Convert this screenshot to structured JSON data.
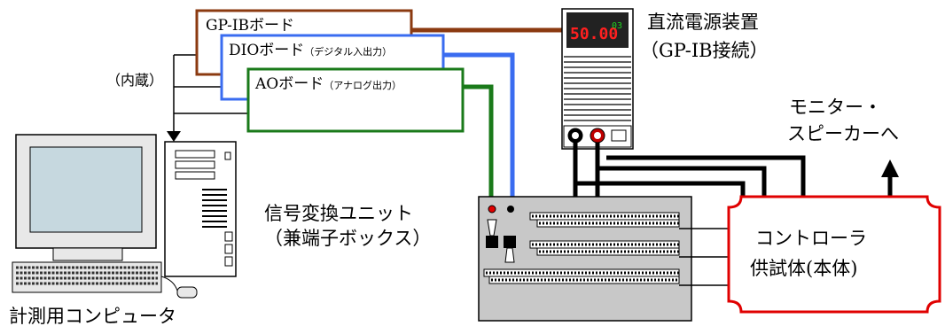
{
  "boards": {
    "gpib": "GP-IBボード",
    "dio_main": "DIOボード",
    "dio_sub": "（デジタル入出力）",
    "ao_main": "AOボード",
    "ao_sub": "（アナログ出力）",
    "builtin": "（内蔵）"
  },
  "power_supply": {
    "name": "直流電源装置",
    "connection": "（GP-IB接続）",
    "display_value": "50.00",
    "display_unit": "03"
  },
  "signal_unit": {
    "line1": "信号変換ユニット",
    "line2": "（兼端子ボックス）"
  },
  "computer": {
    "label": "計測用コンピュータ"
  },
  "monitor_out": {
    "line1": "モニター・",
    "line2": "スピーカーへ"
  },
  "controller": {
    "line1": "コントローラ",
    "line2": "供試体(本体)"
  },
  "colors": {
    "gpib_line": "#8b3a10",
    "dio_line": "#3a6cf0",
    "ao_line": "#1a7a1a",
    "controller_border": "#e00000",
    "unit_fill": "#c8c8c8",
    "supply_display": "#ff2020"
  }
}
